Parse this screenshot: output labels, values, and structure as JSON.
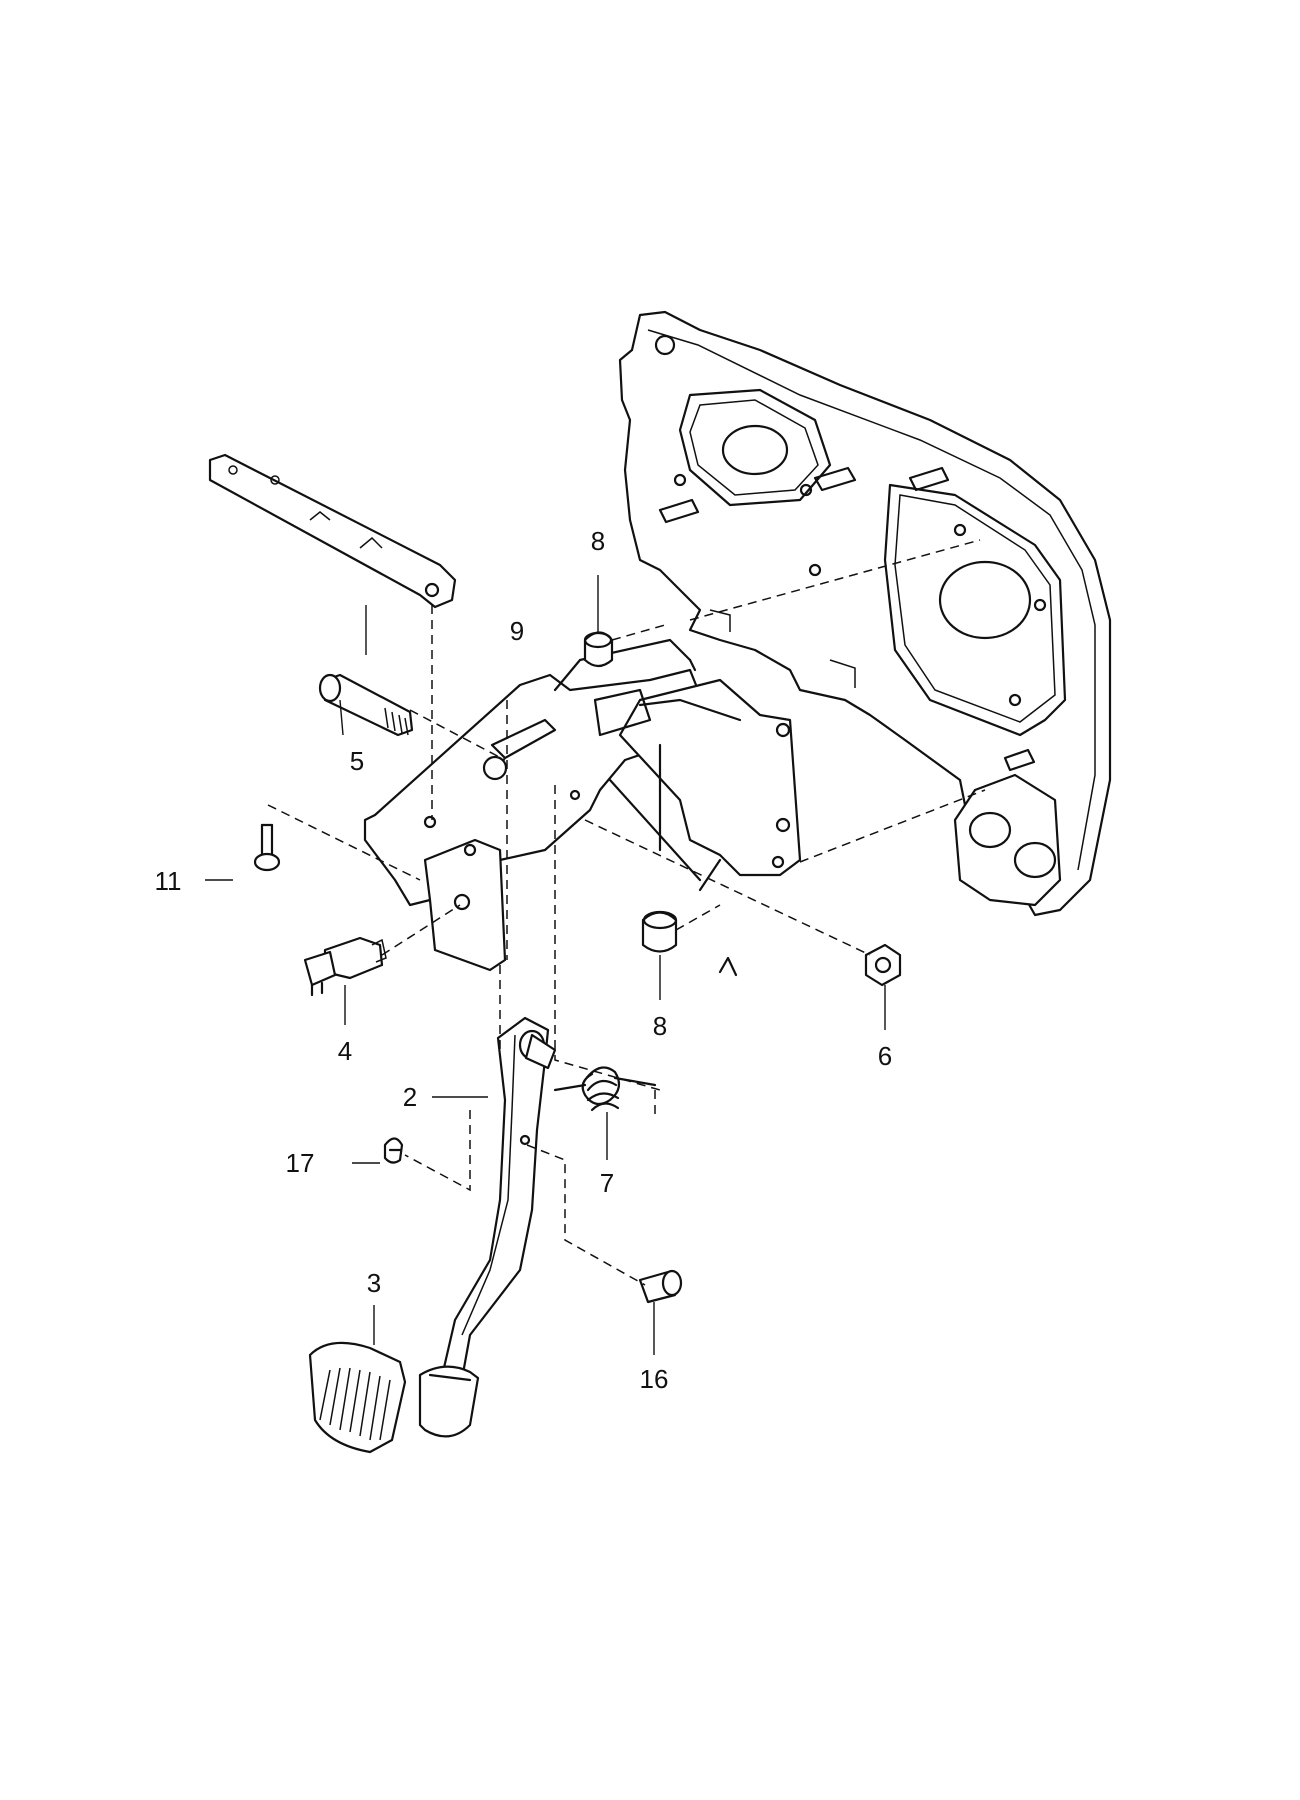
{
  "callouts": {
    "c2": "2",
    "c3": "3",
    "c4": "4",
    "c5": "5",
    "c6": "6",
    "c7": "7",
    "c8a": "8",
    "c8b": "8",
    "c9": "9",
    "c11": "11",
    "c16": "16",
    "c17": "17"
  }
}
